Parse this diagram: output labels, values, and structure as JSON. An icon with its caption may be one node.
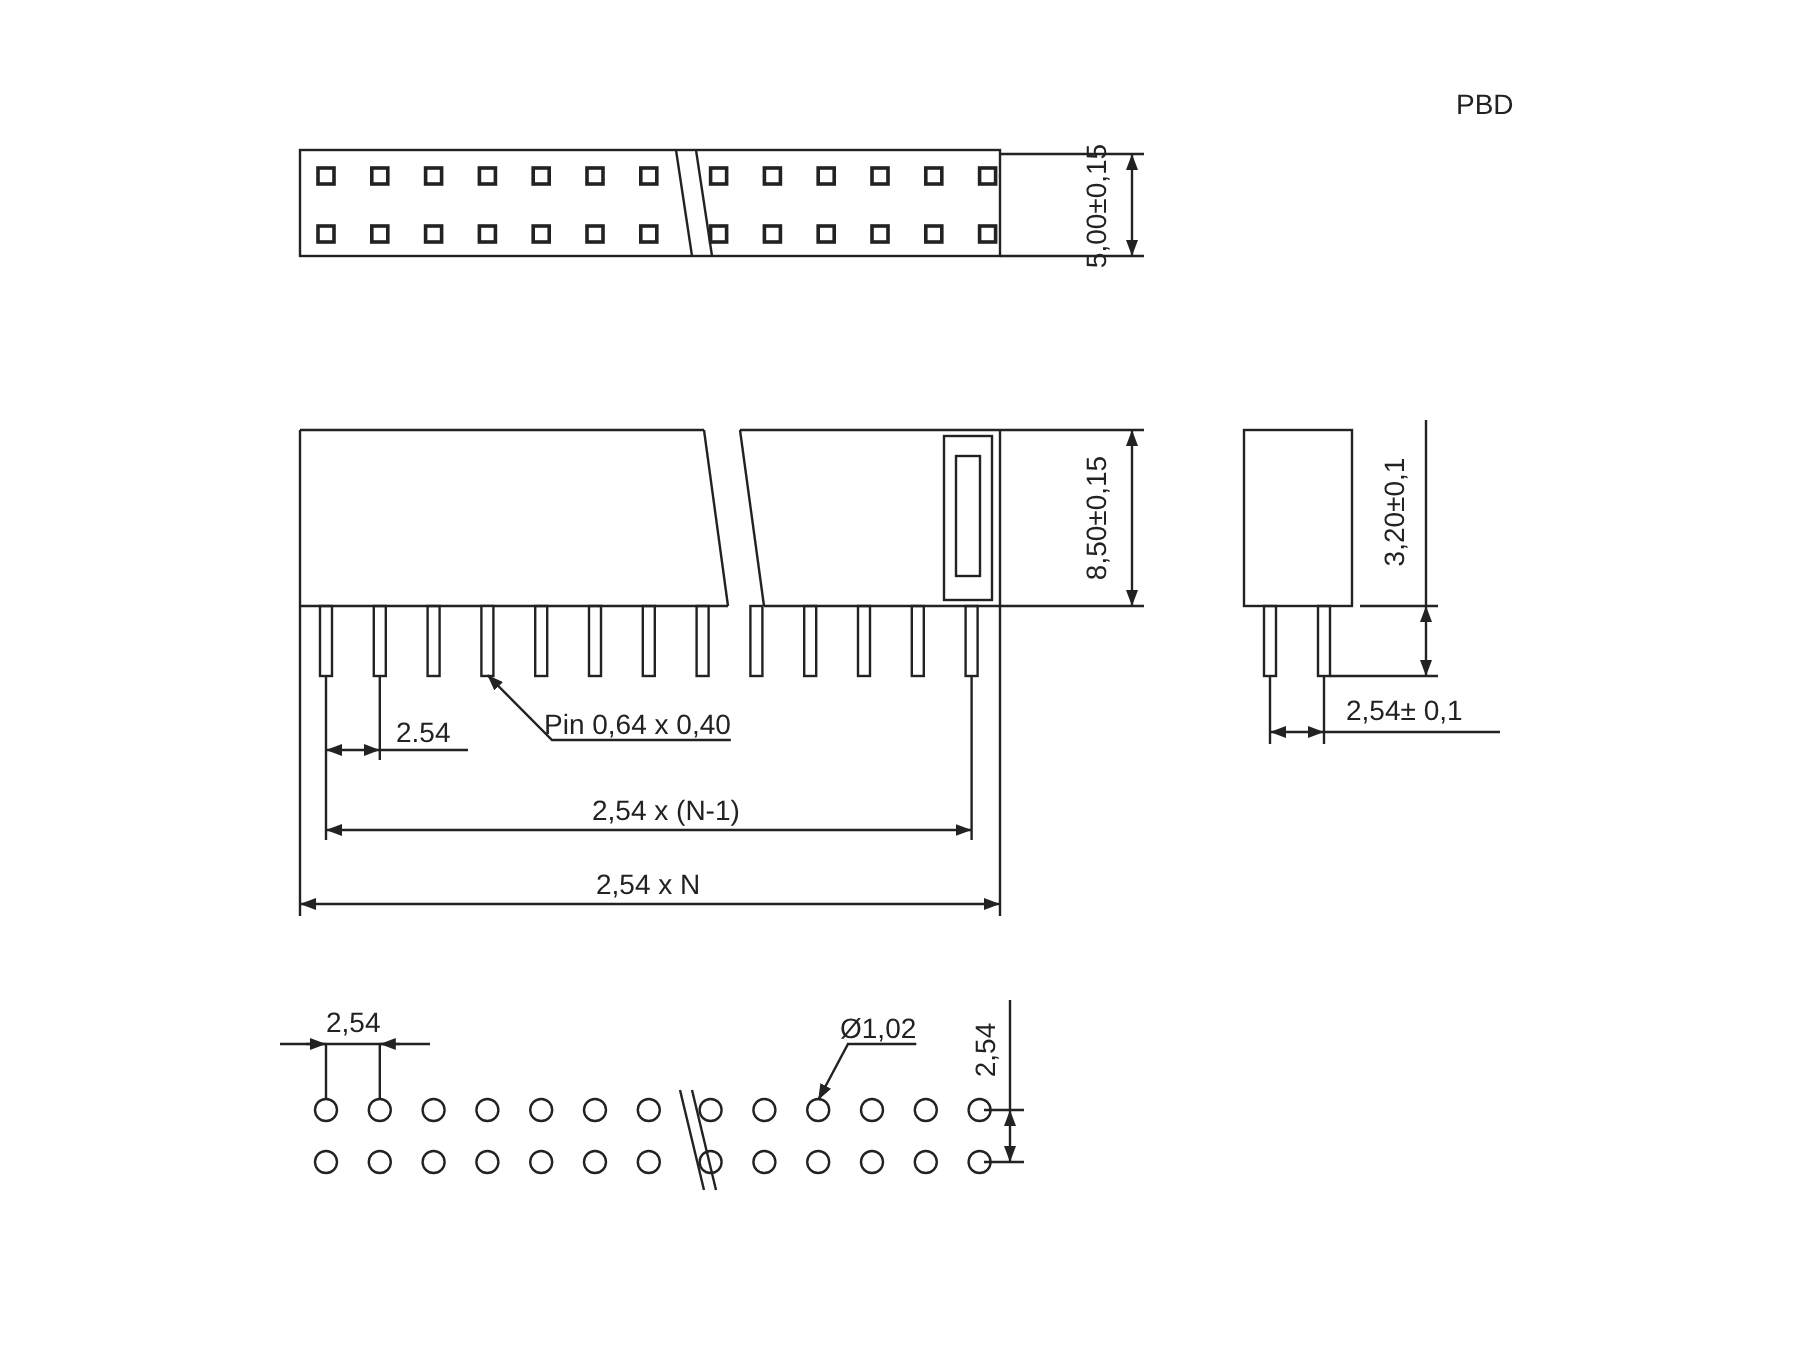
{
  "diagram": {
    "nodes": [
      {
        "text": [
          "Pin 0,64 x 0,40"
        ]
      },
      {
        "text": [],
        "shape": "bar"
      },
      {
        "text": [
          "Ø1,02"
        ]
      },
      {
        "text": [],
        "shape": "circle"
      }
    ],
    "edges": [
      {
        "from": 0,
        "to": 1,
        "arrow": "to"
      },
      {
        "from": 2,
        "to": 3,
        "arrow": "to"
      }
    ],
    "labels": [
      "PBD",
      "5,00±0,15",
      "8,50±0,15",
      "3,20±0,1",
      "2.54",
      "2,54± 0,1",
      "2,54 x (N-1)",
      "2,54 x N",
      "2,54",
      "2,54"
    ]
  }
}
